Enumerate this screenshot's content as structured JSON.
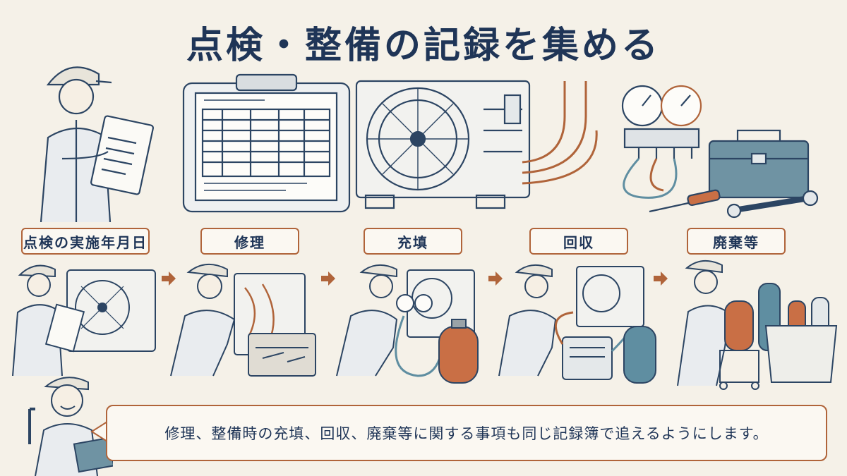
{
  "title": "点検・整備の記録を集める",
  "steps": [
    {
      "label": "点検の実施年月日"
    },
    {
      "label": "修理"
    },
    {
      "label": "充填"
    },
    {
      "label": "回収"
    },
    {
      "label": "廃棄等"
    }
  ],
  "callout": {
    "text": "修理、整備時の充填、回収、廃棄等に関する事項も同じ記録簿で追えるようにします。"
  },
  "colors": {
    "title": "#1f3557",
    "accent": "#b0643a",
    "line": "#2c4563",
    "cylinder": "#c96f45",
    "tank": "#5f8ea1",
    "background": "#f5f1e8"
  },
  "icons": [
    "worker-with-clipboard",
    "clipboard-record-sheet",
    "outdoor-ac-unit",
    "manifold-gauge",
    "toolbox",
    "screwdriver",
    "wrench",
    "refrigerant-cylinder",
    "recovery-machine",
    "cart"
  ]
}
